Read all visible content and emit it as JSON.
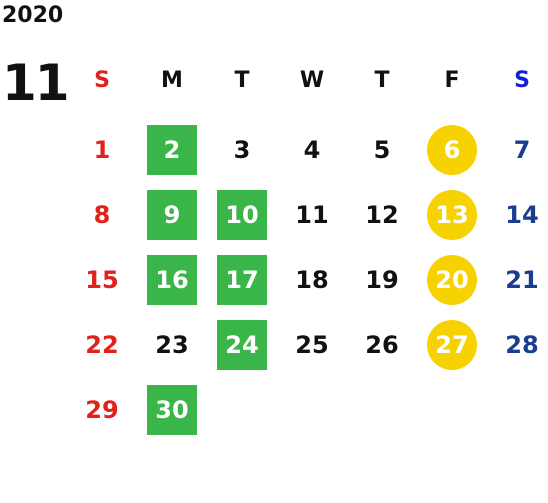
{
  "calendar": {
    "year": "2020",
    "month": "11",
    "weekdays": [
      "S",
      "M",
      "T",
      "W",
      "T",
      "F",
      "S"
    ],
    "weeks": [
      [
        {
          "d": "1",
          "t": "sun"
        },
        {
          "d": "2",
          "t": "green"
        },
        {
          "d": "3",
          "t": ""
        },
        {
          "d": "4",
          "t": ""
        },
        {
          "d": "5",
          "t": ""
        },
        {
          "d": "6",
          "t": "yellow"
        },
        {
          "d": "7",
          "t": "sat"
        }
      ],
      [
        {
          "d": "8",
          "t": "sun"
        },
        {
          "d": "9",
          "t": "green"
        },
        {
          "d": "10",
          "t": "green"
        },
        {
          "d": "11",
          "t": ""
        },
        {
          "d": "12",
          "t": ""
        },
        {
          "d": "13",
          "t": "yellow"
        },
        {
          "d": "14",
          "t": "sat"
        }
      ],
      [
        {
          "d": "15",
          "t": "sun"
        },
        {
          "d": "16",
          "t": "green"
        },
        {
          "d": "17",
          "t": "green"
        },
        {
          "d": "18",
          "t": ""
        },
        {
          "d": "19",
          "t": ""
        },
        {
          "d": "20",
          "t": "yellow"
        },
        {
          "d": "21",
          "t": "sat"
        }
      ],
      [
        {
          "d": "22",
          "t": "sun"
        },
        {
          "d": "23",
          "t": ""
        },
        {
          "d": "24",
          "t": "green"
        },
        {
          "d": "25",
          "t": ""
        },
        {
          "d": "26",
          "t": ""
        },
        {
          "d": "27",
          "t": "yellow"
        },
        {
          "d": "28",
          "t": "sat"
        }
      ],
      [
        {
          "d": "29",
          "t": "sun"
        },
        {
          "d": "30",
          "t": "green"
        }
      ]
    ]
  },
  "colors": {
    "sunday_red": "#e0221b",
    "saturday_blue": "#1a3d8f",
    "saturday_header_blue": "#1420d8",
    "green_highlight": "#3ab54a",
    "yellow_highlight": "#f6d200"
  }
}
